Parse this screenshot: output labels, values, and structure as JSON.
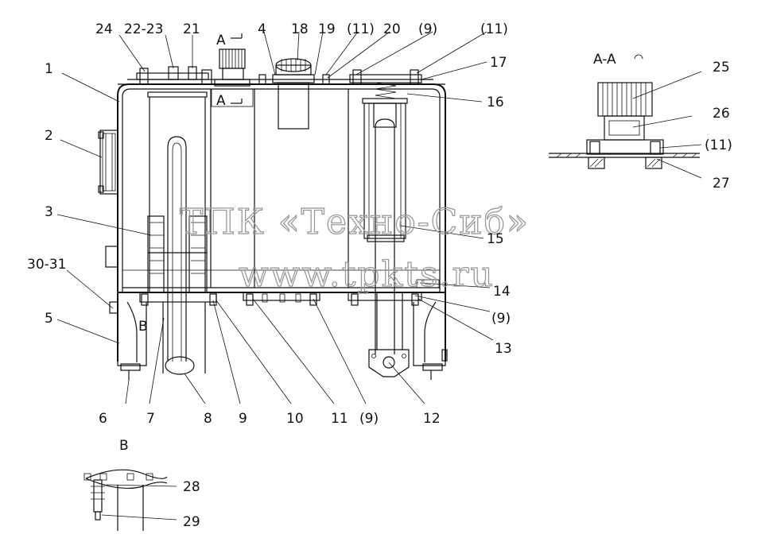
{
  "watermark": {
    "line1": "ТПК «Техно-Сиб»",
    "line2": "www.tpkts.ru"
  },
  "callouts": {
    "n1": "1",
    "n2": "2",
    "n3": "3",
    "n4": "4",
    "n5": "5",
    "n6": "6",
    "n7": "7",
    "n8": "8",
    "n9": "9",
    "n10": "10",
    "n11": "11",
    "n12": "12",
    "n13": "13",
    "n14": "14",
    "n15": "15",
    "n16": "16",
    "n17": "17",
    "n18": "18",
    "n19": "19",
    "n20": "20",
    "n21": "21",
    "n22_23": "22-23",
    "n24": "24",
    "n25": "25",
    "n26": "26",
    "n27": "27",
    "n28": "28",
    "n29": "29",
    "n30_31": "30-31",
    "p9_top": "(9)",
    "p9_mid_right": "(9)",
    "p9_bottom": "(9)",
    "p11_top": "(11)",
    "p11_top_right": "(11)",
    "p11_detail": "(11)"
  },
  "section_marks": {
    "a_top": "A",
    "a_bottom": "A",
    "section_aa_title": "A-A",
    "view_b_marker": "B",
    "view_b_title": "B"
  }
}
